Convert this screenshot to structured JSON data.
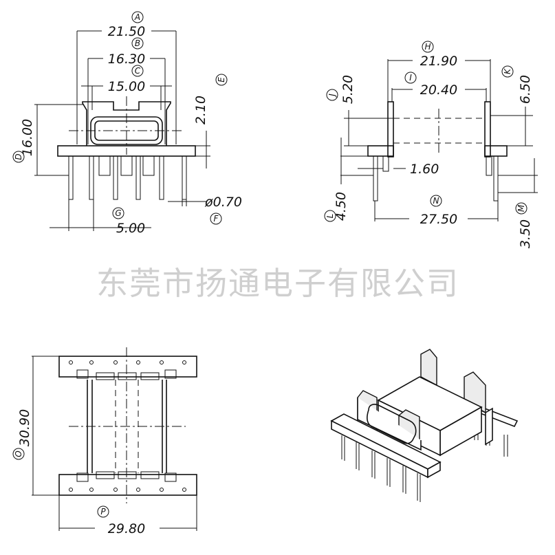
{
  "watermark": "东莞市扬通电子有限公司",
  "front_view": {
    "dims": [
      {
        "tag": "A",
        "value": "21.50"
      },
      {
        "tag": "B",
        "value": "16.30"
      },
      {
        "tag": "C",
        "value": "15.00"
      },
      {
        "tag": "D",
        "value": "16.00"
      },
      {
        "tag": "E",
        "value": "2.10"
      },
      {
        "tag": "F",
        "value": "ø0.70"
      },
      {
        "tag": "G",
        "value": "5.00"
      }
    ]
  },
  "side_view": {
    "dims": [
      {
        "tag": "H",
        "value": "21.90"
      },
      {
        "tag": "I",
        "value": "20.40"
      },
      {
        "tag": "J",
        "value": "5.20"
      },
      {
        "tag": "K",
        "value": "6.50"
      },
      {
        "tag": "",
        "value": "1.60"
      },
      {
        "tag": "L",
        "value": "4.50"
      },
      {
        "tag": "M",
        "value": "3.50"
      },
      {
        "tag": "N",
        "value": "27.50"
      }
    ]
  },
  "top_view": {
    "dims": [
      {
        "tag": "O",
        "value": "30.90"
      },
      {
        "tag": "P",
        "value": "29.80"
      }
    ]
  },
  "iso_view": {}
}
